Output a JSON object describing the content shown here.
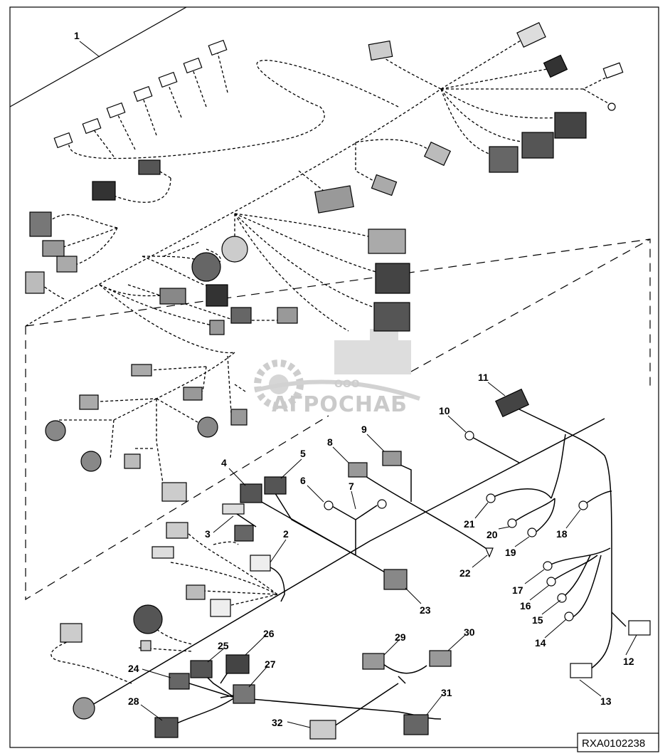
{
  "diagram": {
    "reference_id": "RXA0102238",
    "watermark": {
      "small": "ООО",
      "large": "АГРОСНАБ",
      "color": "#b5b5b5"
    },
    "line_color": "#000000",
    "background": "#ffffff",
    "callouts": [
      "1",
      "2",
      "3",
      "4",
      "5",
      "6",
      "7",
      "8",
      "9",
      "10",
      "11",
      "12",
      "13",
      "14",
      "15",
      "16",
      "17",
      "18",
      "19",
      "20",
      "21",
      "22",
      "23",
      "24",
      "25",
      "26",
      "27",
      "28",
      "29",
      "30",
      "31",
      "32"
    ]
  }
}
